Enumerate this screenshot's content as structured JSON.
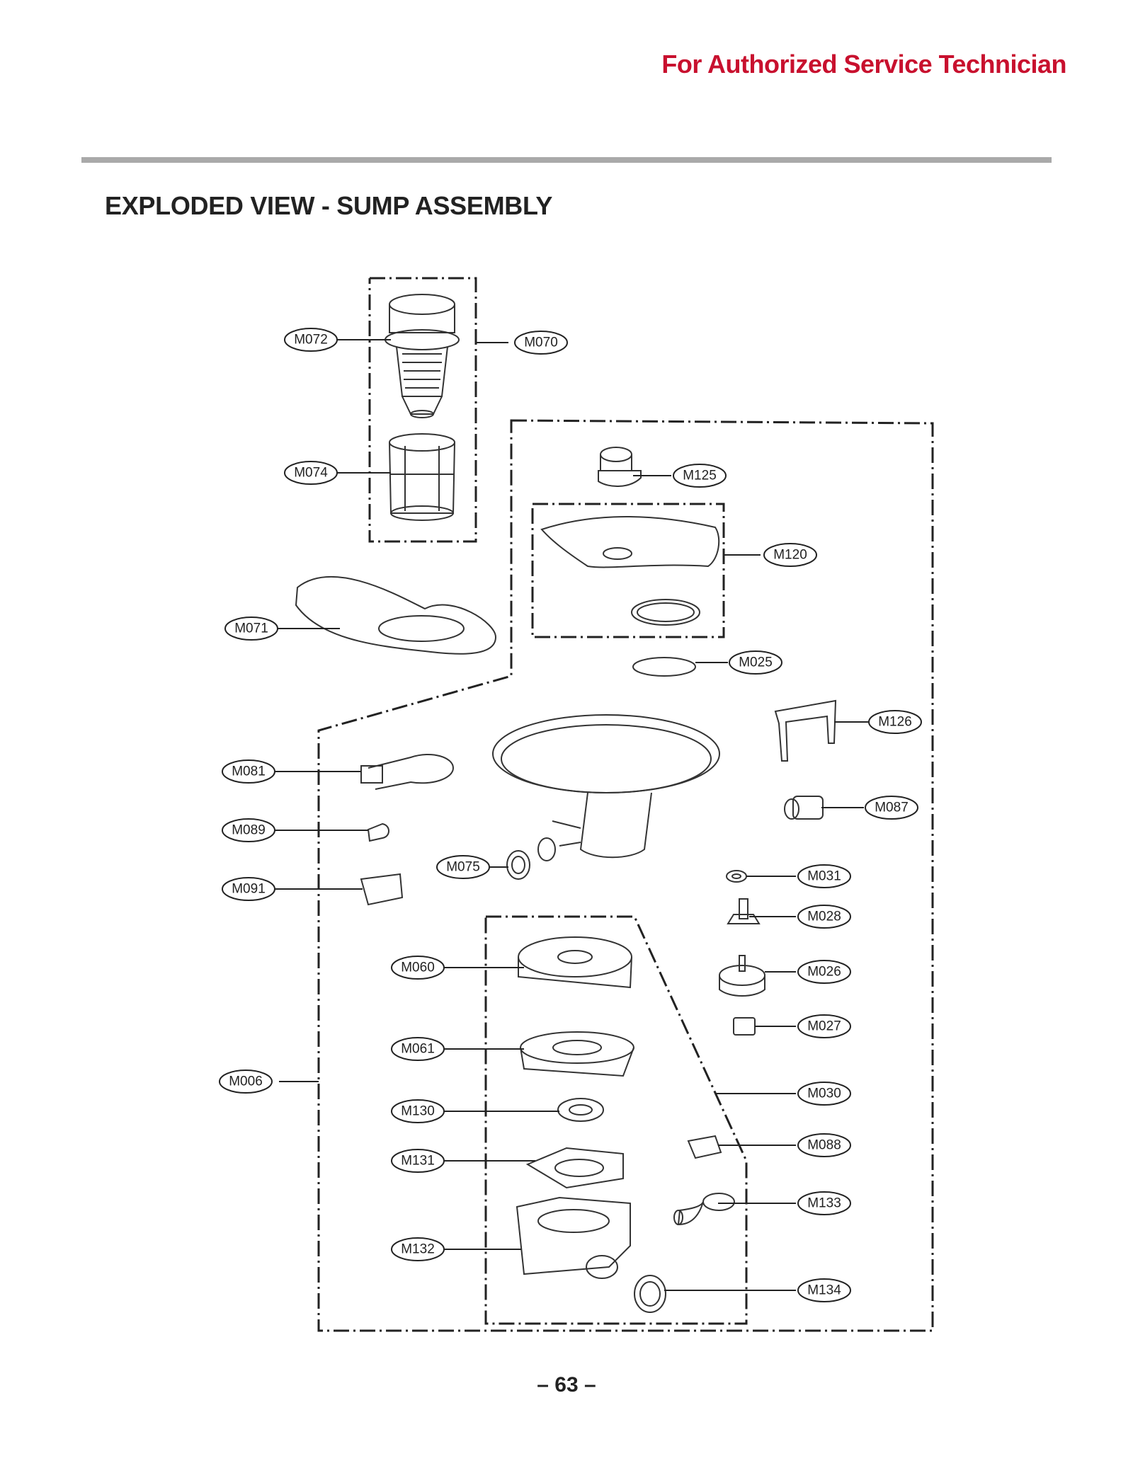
{
  "header": {
    "note": "For Authorized Service Technician",
    "note_color": "#c8102e"
  },
  "title": "EXPLODED VIEW - SUMP ASSEMBLY",
  "page_number": "– 63 –",
  "labels": {
    "M072": "M072",
    "M070": "M070",
    "M074": "M074",
    "M071": "M071",
    "M125": "M125",
    "M120": "M120",
    "M025": "M025",
    "M126": "M126",
    "M081": "M081",
    "M087": "M087",
    "M089": "M089",
    "M075": "M075",
    "M031": "M031",
    "M091": "M091",
    "M028": "M028",
    "M060": "M060",
    "M026": "M026",
    "M027": "M027",
    "M061": "M061",
    "M006": "M006",
    "M030": "M030",
    "M130": "M130",
    "M088": "M088",
    "M131": "M131",
    "M133": "M133",
    "M132": "M132",
    "M134": "M134"
  }
}
